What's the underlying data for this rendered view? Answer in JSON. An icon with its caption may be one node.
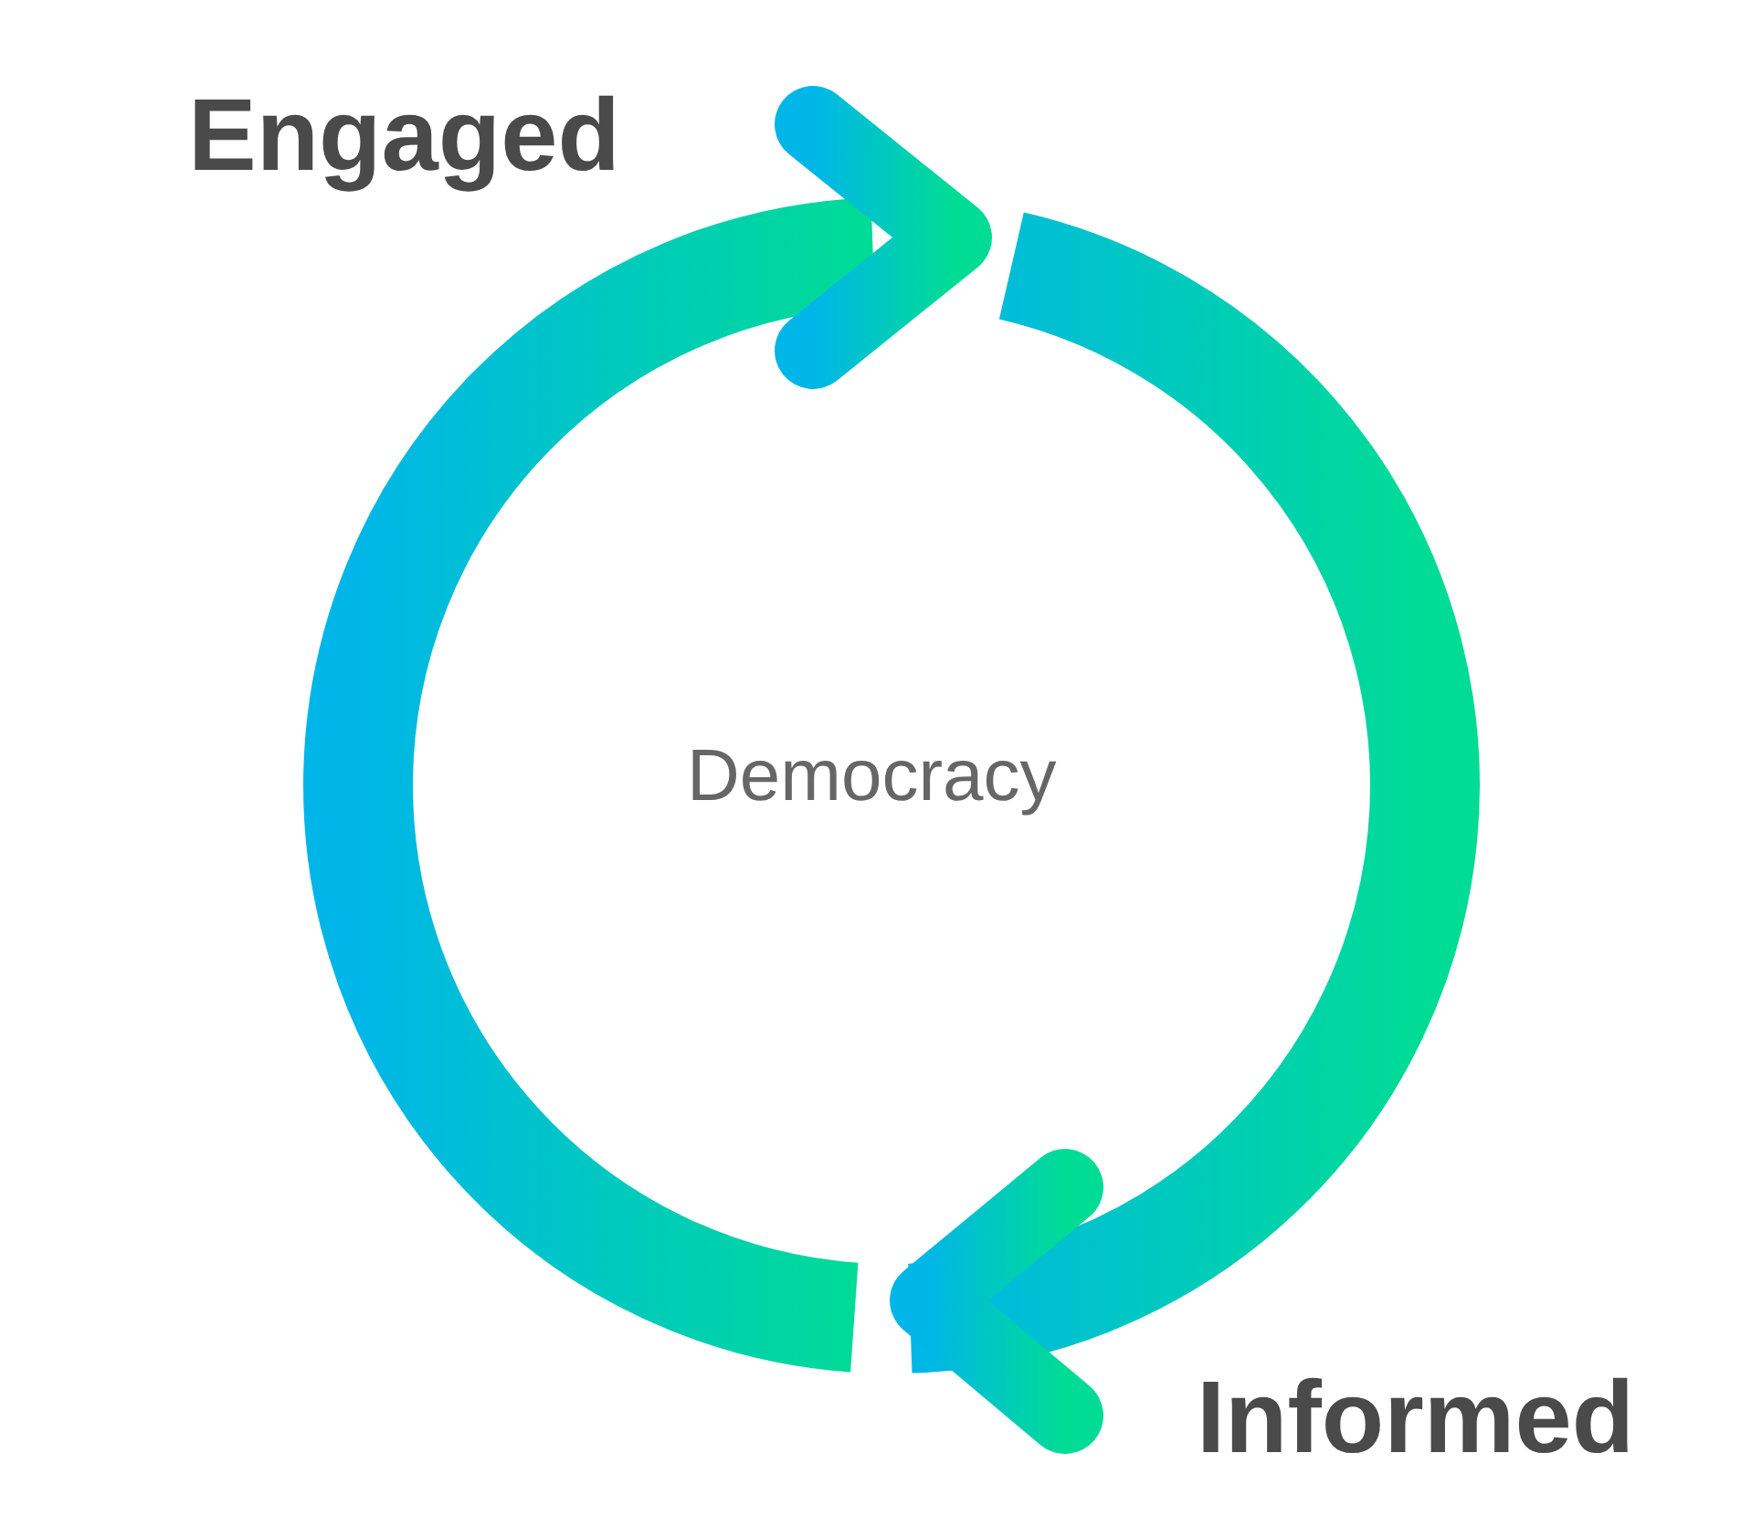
{
  "diagram": {
    "nodes": [
      {
        "text": [
          "Engaged"
        ]
      },
      {
        "text": [
          "Informed"
        ]
      },
      {
        "text": [
          "Democracy"
        ]
      }
    ]
  }
}
